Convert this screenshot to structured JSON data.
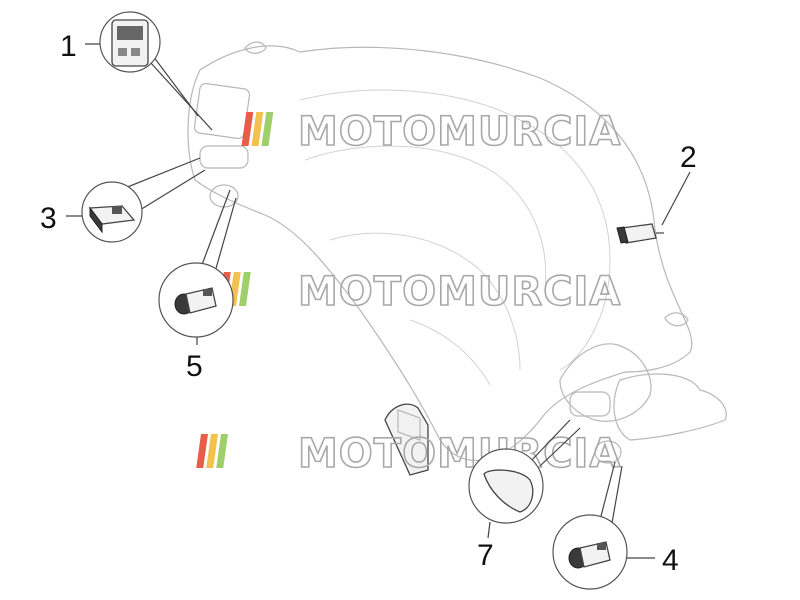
{
  "watermark": {
    "text": "MOTOMURCIA",
    "stripe_colors": [
      "#e85c4a",
      "#f2c14e",
      "#9fcf6a"
    ]
  },
  "callouts": [
    {
      "number": "1",
      "part": "display-switch"
    },
    {
      "number": "2",
      "part": "bulb"
    },
    {
      "number": "3",
      "part": "push-switch"
    },
    {
      "number": "4",
      "part": "round-switch"
    },
    {
      "number": "5",
      "part": "round-switch"
    },
    {
      "number": "7",
      "part": "lens-cover"
    }
  ]
}
